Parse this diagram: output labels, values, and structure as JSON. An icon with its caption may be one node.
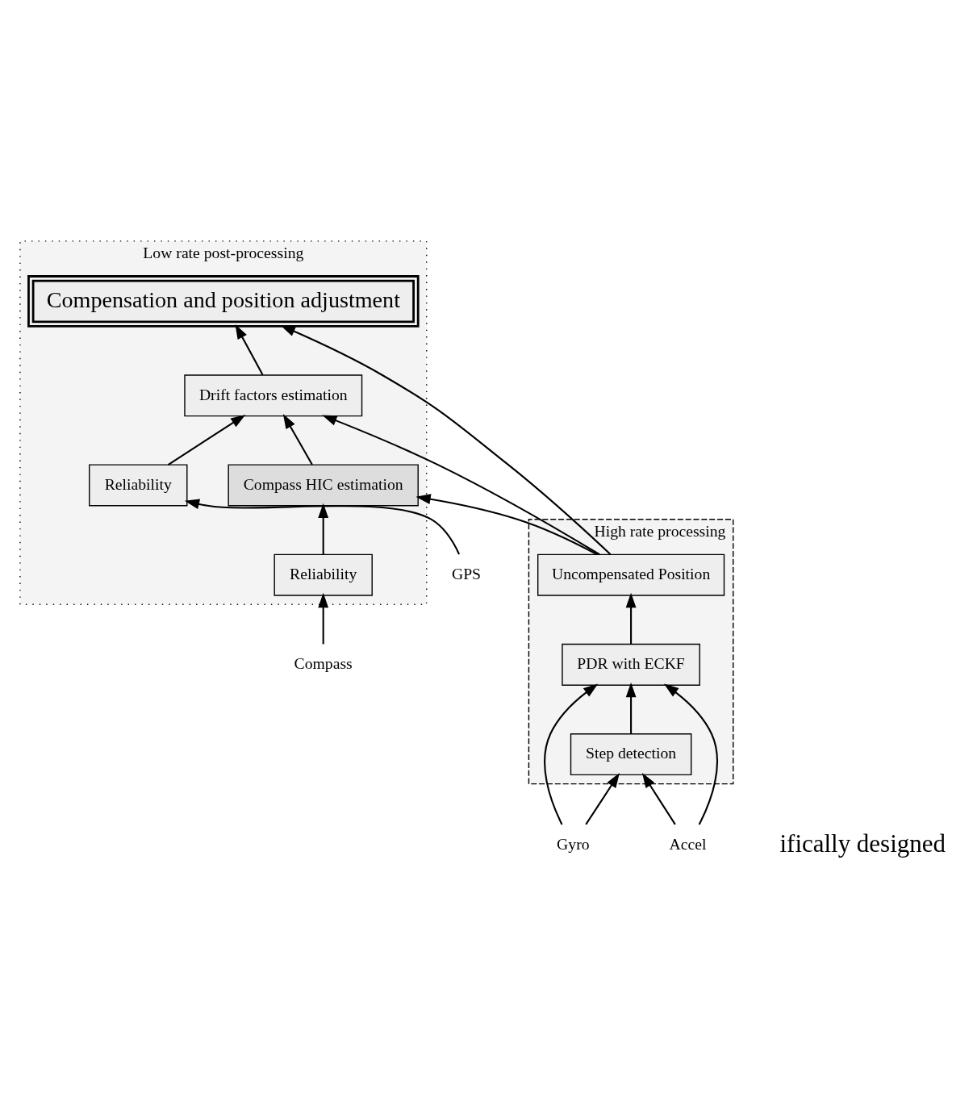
{
  "diagram": {
    "nodes": [
      {
        "text": [
          "High rate processing"
        ]
      },
      {
        "text": [
          "Low rate post-processing"
        ]
      },
      {
        "text": [
          "Uncompensated Position"
        ],
        "in": 0
      },
      {
        "text": [
          "PDR with ECKF"
        ],
        "in": 0
      },
      {
        "text": [
          "Step detection"
        ],
        "in": 0
      },
      {
        "text": [
          "Compensation and position adjustment"
        ],
        "in": 1
      },
      {
        "text": [
          "Drift factors estimation"
        ],
        "in": 1
      },
      {
        "text": [
          "Compass HIC estimation"
        ],
        "in": 1
      },
      {
        "text": [
          "Reliability"
        ],
        "in": 1
      },
      {
        "text": [
          "Reliability"
        ],
        "in": 1
      },
      {
        "text": [
          "Gyro"
        ]
      },
      {
        "text": [
          "Accel"
        ]
      },
      {
        "text": [
          "Compass"
        ]
      },
      {
        "text": [
          "GPS"
        ]
      }
    ],
    "edges": [
      {
        "from": 10,
        "to": 4,
        "arrow": "to"
      },
      {
        "from": 11,
        "to": 4,
        "arrow": "to"
      },
      {
        "from": 10,
        "to": 3,
        "arrow": "to"
      },
      {
        "from": 11,
        "to": 3,
        "arrow": "to"
      },
      {
        "from": 4,
        "to": 3,
        "arrow": "to"
      },
      {
        "from": 3,
        "to": 2,
        "arrow": "to"
      },
      {
        "from": 2,
        "to": 5,
        "arrow": "to"
      },
      {
        "from": 2,
        "to": 6,
        "arrow": "to"
      },
      {
        "from": 2,
        "to": 7,
        "arrow": "to"
      },
      {
        "from": 12,
        "to": 8,
        "arrow": "to"
      },
      {
        "from": 8,
        "to": 7,
        "arrow": "to"
      },
      {
        "from": 13,
        "to": 9,
        "arrow": "to"
      },
      {
        "from": 7,
        "to": 6,
        "arrow": "to"
      },
      {
        "from": 9,
        "to": 6,
        "arrow": "to"
      },
      {
        "from": 6,
        "to": 5,
        "arrow": "to"
      }
    ],
    "labels": [
      "ifically designed"
    ]
  }
}
